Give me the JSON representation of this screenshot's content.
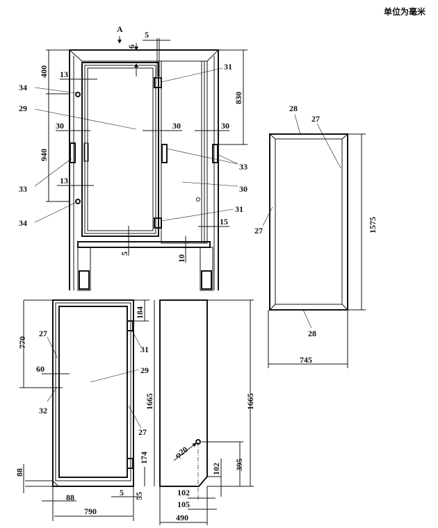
{
  "header": {
    "unit_note": "单位为毫米"
  },
  "front_view": {
    "view_mark": "A",
    "dims": {
      "d5_top": "5",
      "d6": "6",
      "d400": "400",
      "d13_top": "13",
      "d30_left": "30",
      "d30_mid": "30",
      "d30_right": "30",
      "d940": "940",
      "d13_bottom": "13",
      "d830": "830",
      "d15": "15",
      "d5_bottom": "5",
      "d10": "10"
    },
    "parts": {
      "p34_top": "34",
      "p29": "29",
      "p33_left": "33",
      "p34_bottom": "34",
      "p31_top": "31",
      "p33_right": "33",
      "p30": "30",
      "p31_bottom": "31"
    }
  },
  "panel_view": {
    "parts": {
      "p28_top": "28",
      "p27_top": "27",
      "p27_left": "27",
      "p28_bottom": "28"
    },
    "dims": {
      "d1575": "1575",
      "d745": "745"
    }
  },
  "door_view": {
    "dims": {
      "d770": "770",
      "d184": "184",
      "d60": "60",
      "d1665": "1665",
      "d174": "174",
      "d88_v": "88",
      "d88_h": "88",
      "d5": "5",
      "d55": "55",
      "d790": "790"
    },
    "parts": {
      "p27_left": "27",
      "p31": "31",
      "p29": "29",
      "p32": "32",
      "p27_right": "27"
    }
  },
  "side_view": {
    "dims": {
      "d1665": "1665",
      "phi20": "φ20",
      "d395": "395",
      "d102_v": "102",
      "d102_h": "102",
      "d105": "105",
      "d490": "490"
    }
  }
}
